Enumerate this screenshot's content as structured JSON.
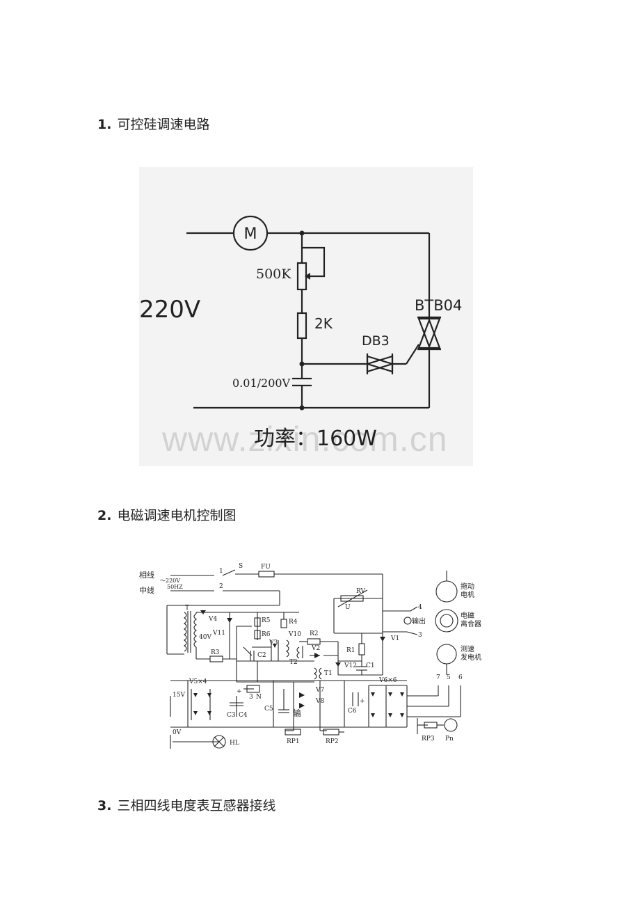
{
  "sections": [
    {
      "number": "1.",
      "title": "可控硅调速电路"
    },
    {
      "number": "2.",
      "title": "电磁调速电机控制图"
    },
    {
      "number": "3.",
      "title": "三相四线电度表互感器接线"
    }
  ],
  "diagram1": {
    "motor": "M",
    "voltage": "220V",
    "pot": "500K",
    "resistor": "2K",
    "capacitor": "0.01/200V",
    "diac": "DB3",
    "triac": "BTB04",
    "power": "功率：160W"
  },
  "watermark": "www.zixin.com.cn",
  "diagram2": {
    "phase_line": "相线",
    "neutral_line": "中线",
    "v220": "～220V",
    "hz50": "50HZ",
    "t1": "1",
    "t2": "2",
    "S": "S",
    "FU": "FU",
    "RV": "RV",
    "U": "U",
    "T": "T",
    "V4": "V4",
    "R5": "R5",
    "R4": "R4",
    "V11": "V11",
    "R6": "R6",
    "V10": "V10",
    "V3": "V3",
    "R2": "R2",
    "v40": "40V",
    "R3": "R3",
    "C2": "C2",
    "V2": "V2",
    "R1": "R1",
    "V1": "V1",
    "V12": "V12",
    "C1": "C1",
    "T2": "T2",
    "T1": "T1",
    "V5x4": "V5×4",
    "V6x6": "V6×6",
    "v15": "15V",
    "N": "N",
    "n3": "3",
    "V7": "V7",
    "V8": "V8",
    "C3": "C3",
    "C4": "C4",
    "C5": "C5",
    "C6": "C6",
    "out_in": "输",
    "output": "输出",
    "t4": "4",
    "t3": "3",
    "drive_motor": [
      "拖动",
      "电机"
    ],
    "clutch": [
      "电磁",
      "离合器"
    ],
    "tacho": [
      "测速",
      "发电机"
    ],
    "t7": "7",
    "t5": "5",
    "t6": "6",
    "ov": "0V",
    "HL": "HL",
    "RP1": "RP1",
    "RP2": "RP2",
    "RP3": "RP3",
    "Pn": "Pn",
    "plus": "+"
  }
}
